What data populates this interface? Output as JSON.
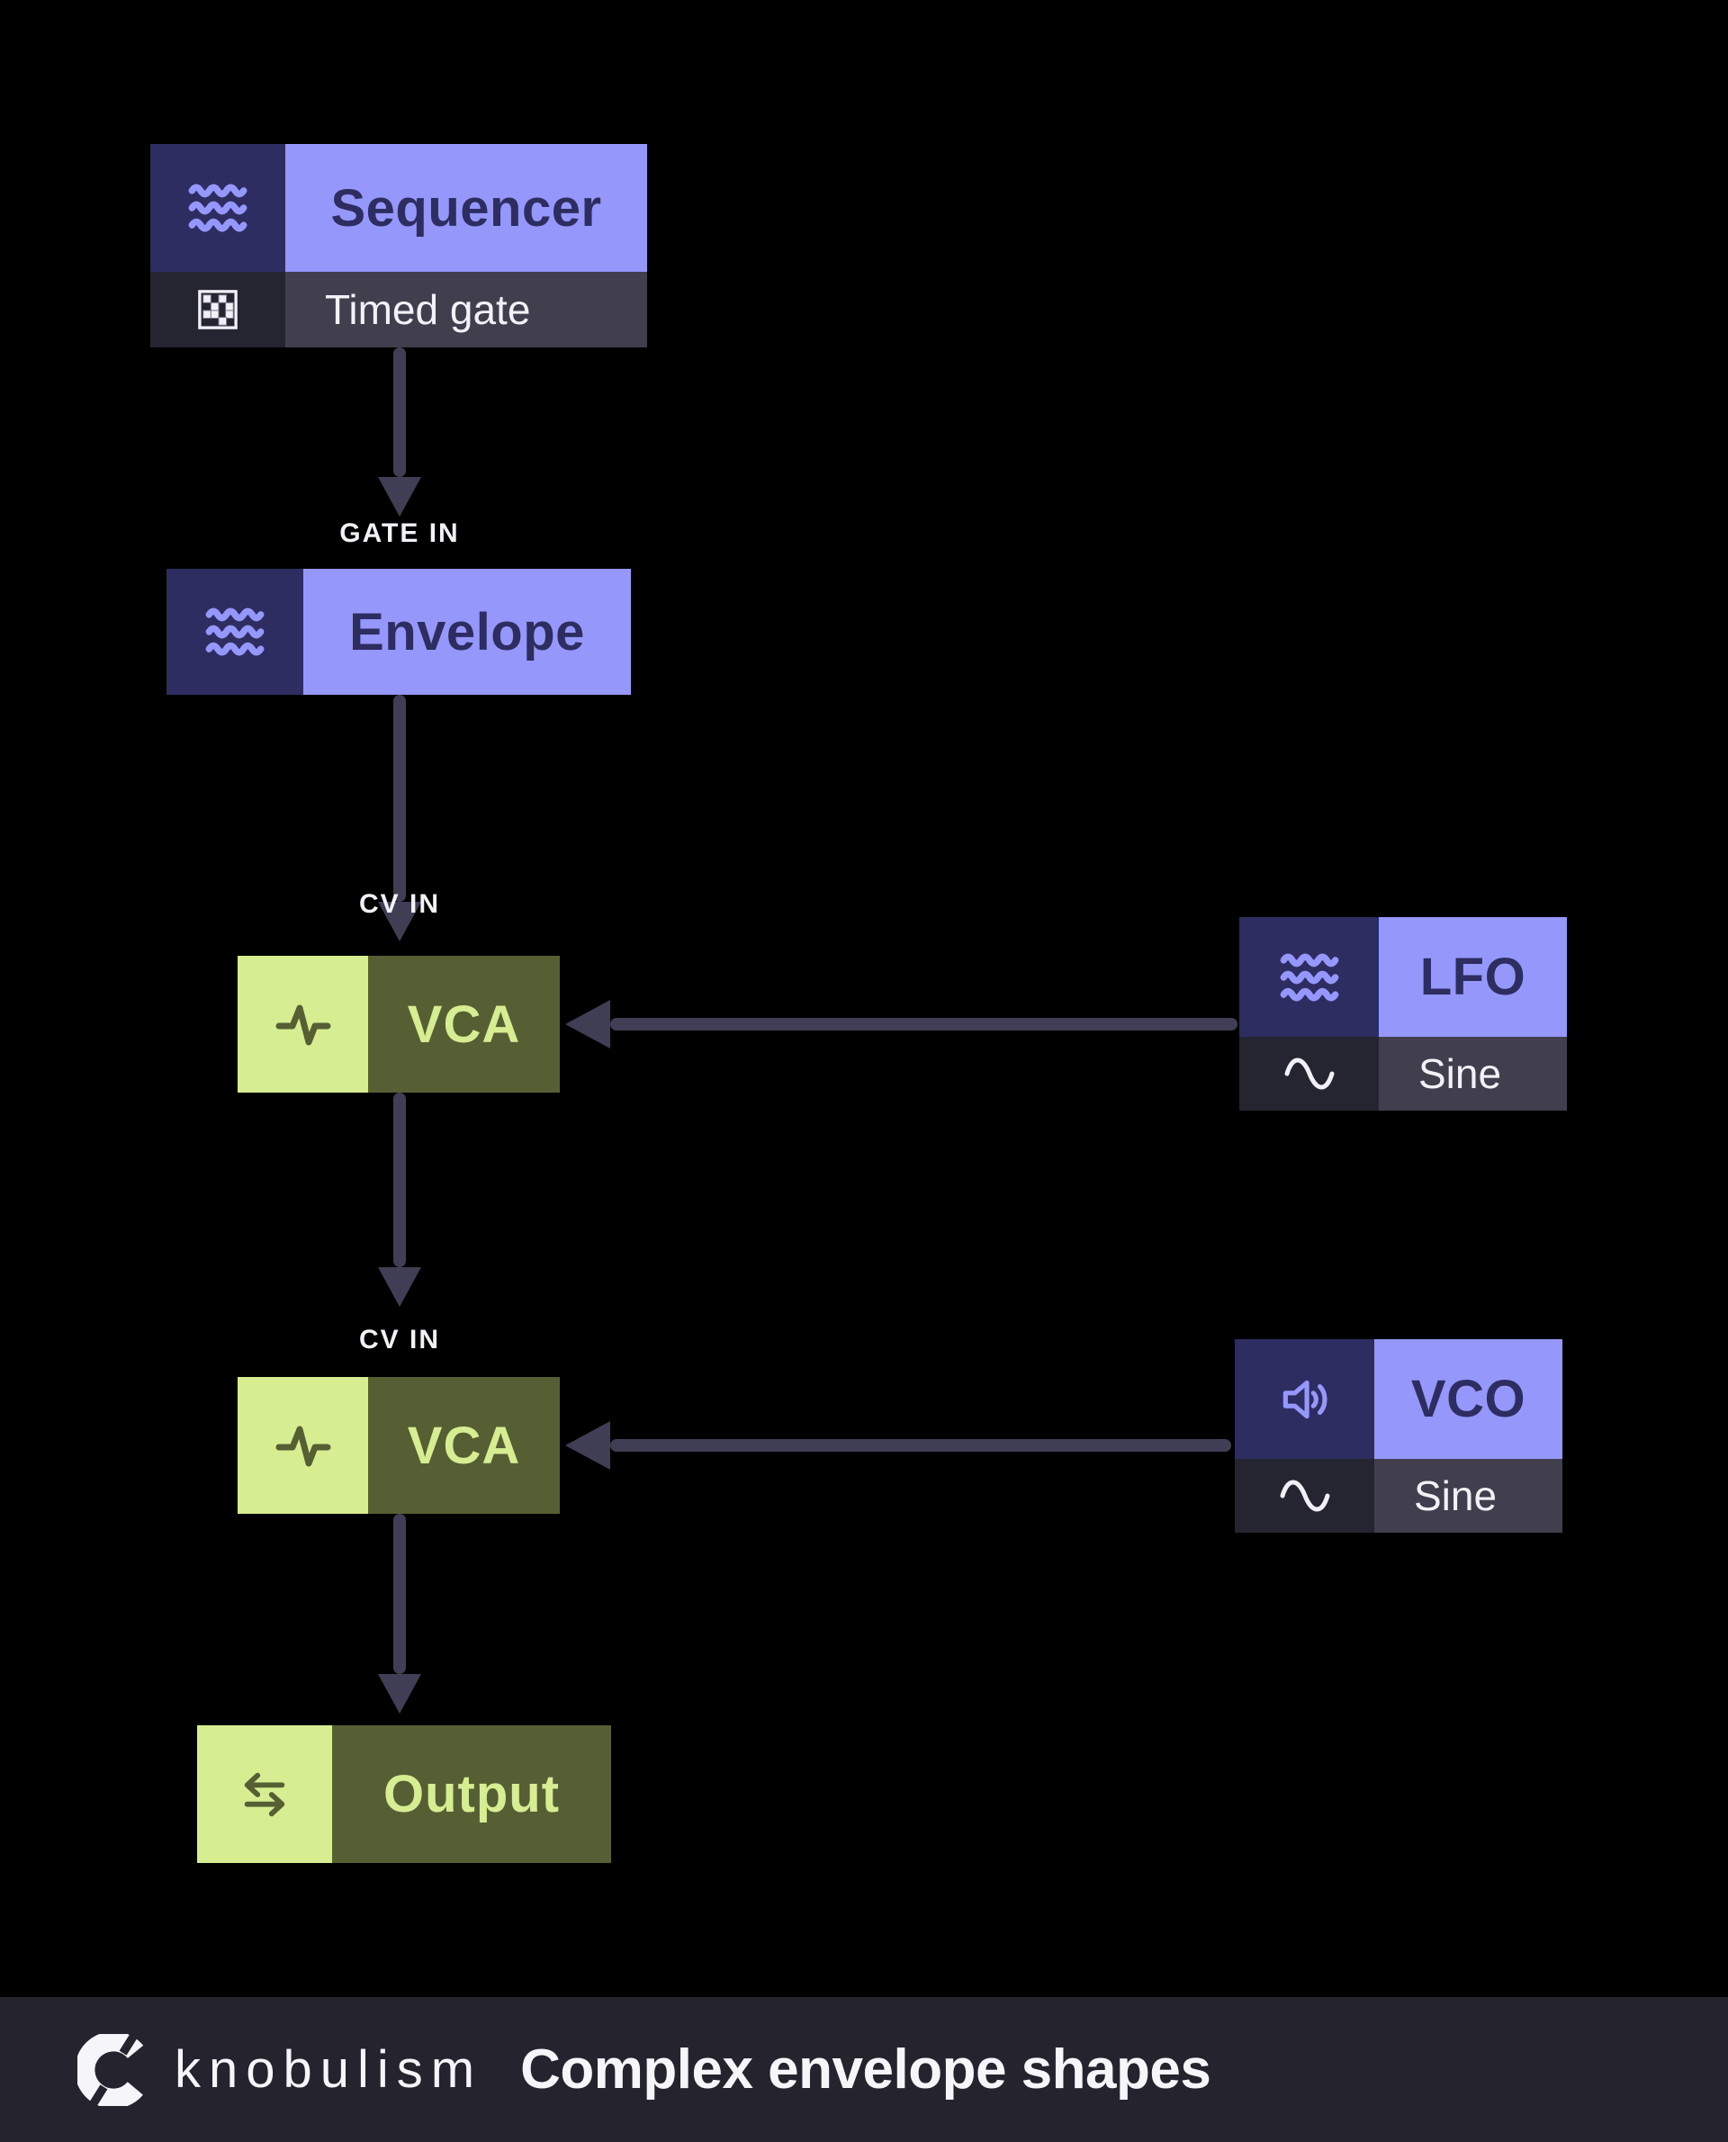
{
  "nodes": {
    "sequencer": {
      "title": "Sequencer",
      "subtitle": "Timed gate",
      "icon": "waves-icon",
      "sub_icon": "dither-grid-icon"
    },
    "envelope": {
      "title": "Envelope",
      "icon": "waves-icon"
    },
    "vca1": {
      "title": "VCA",
      "icon": "pulse-icon"
    },
    "lfo": {
      "title": "LFO",
      "subtitle": "Sine",
      "icon": "waves-icon",
      "sub_icon": "sine-wave-icon"
    },
    "vca2": {
      "title": "VCA",
      "icon": "pulse-icon"
    },
    "vco": {
      "title": "VCO",
      "subtitle": "Sine",
      "icon": "speaker-icon",
      "sub_icon": "sine-wave-icon"
    },
    "output": {
      "title": "Output",
      "icon": "transfer-arrows-icon"
    }
  },
  "labels": {
    "gate_in": "GATE IN",
    "cv_in": "CV IN"
  },
  "footer": {
    "brand": "knobulism",
    "title": "Complex envelope shapes",
    "logo": "knob-logo-icon"
  },
  "colors": {
    "background": "#000000",
    "periwinkle": "#9597fa",
    "navy": "#2e2d62",
    "sub_row_icon_bg": "#252431",
    "sub_row_label_bg": "#413f4e",
    "light_green": "#d7ed92",
    "olive": "#565f33",
    "arrow": "#3f3e54",
    "label_text": "#f2f1f6",
    "footer_bg": "#24232e"
  }
}
